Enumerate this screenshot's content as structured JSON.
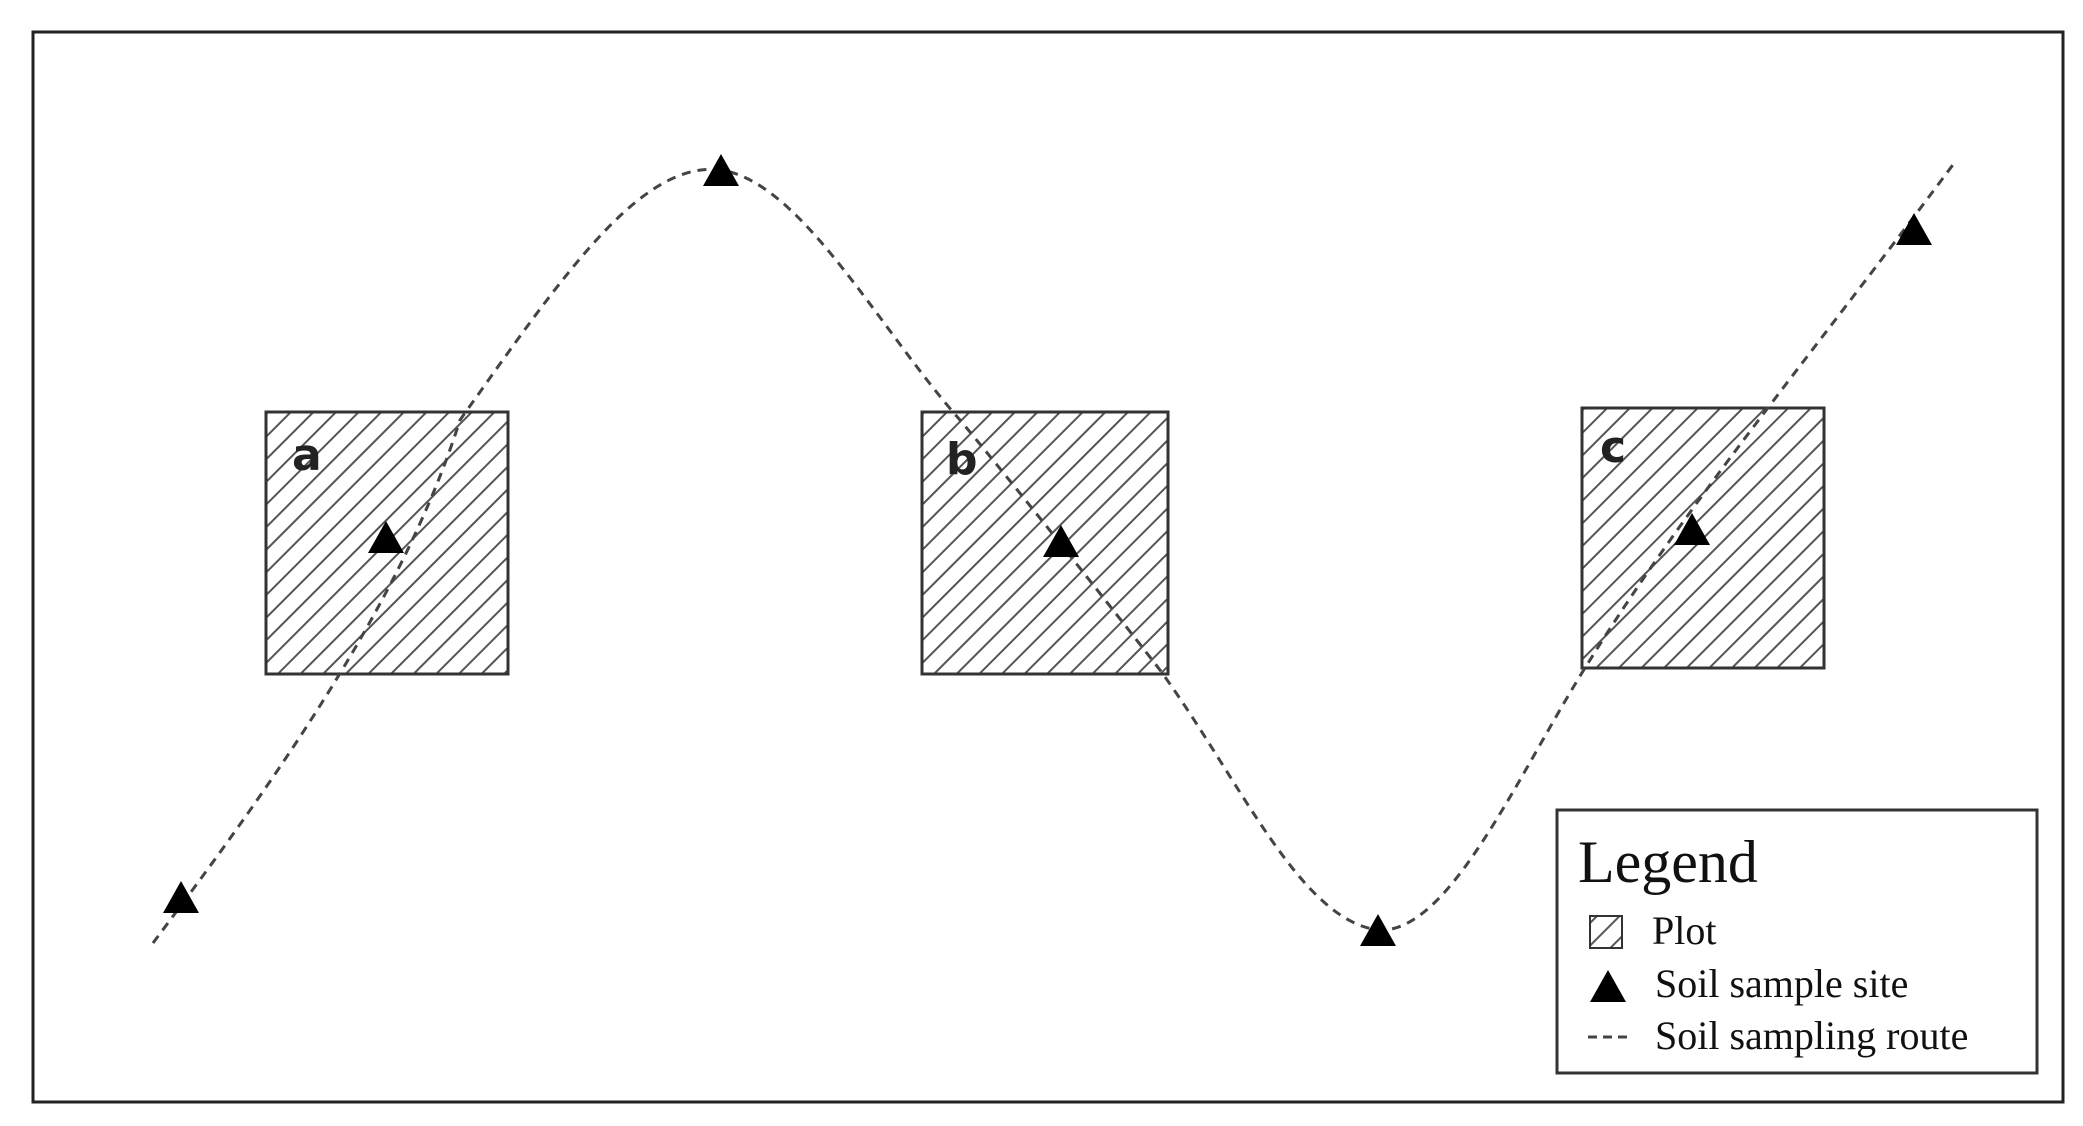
{
  "diagram": {
    "plots": [
      {
        "label": "a"
      },
      {
        "label": "b"
      },
      {
        "label": "c"
      }
    ],
    "sample_site_count": 7,
    "legend": {
      "title": "Legend",
      "items": [
        {
          "symbol": "hatched-square-icon",
          "label": "Plot"
        },
        {
          "symbol": "triangle-icon",
          "label": "Soil sample site"
        },
        {
          "symbol": "dashed-line-icon",
          "label": "Soil sampling route"
        }
      ]
    },
    "colors": {
      "ink": "#111111",
      "hatch": "#555555",
      "route": "#444444",
      "background": "#ffffff"
    }
  }
}
